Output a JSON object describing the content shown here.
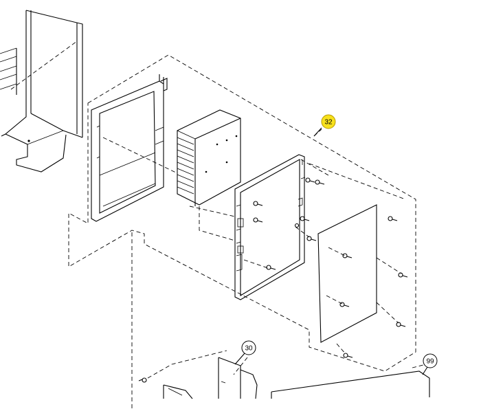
{
  "colors": {
    "highlight_fill": "#f7e11c",
    "highlight_stroke": "#b89a00",
    "line": "#000000",
    "background": "#ffffff"
  },
  "callouts": {
    "c32": {
      "label": "32",
      "highlighted": true
    },
    "c30": {
      "label": "30",
      "highlighted": false
    },
    "c99": {
      "label": "99",
      "highlighted": false
    }
  },
  "parts": {
    "screw_count": 15
  }
}
